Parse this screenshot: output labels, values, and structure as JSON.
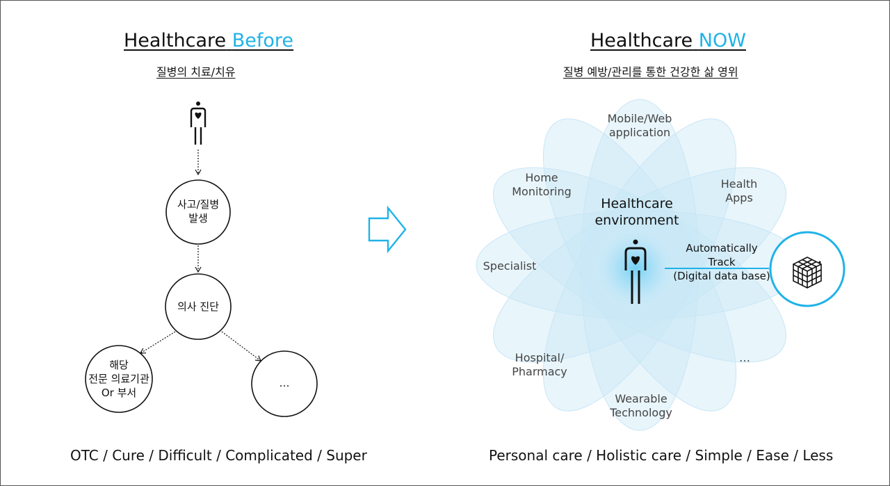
{
  "colors": {
    "accent": "#1fb2e8",
    "petal": "#c9e6f6",
    "ink": "#111111"
  },
  "before": {
    "title_main": "Healthcare",
    "title_accent": "Before",
    "subtitle": "질병의 치료/치유",
    "nodes": [
      {
        "lines": [
          "사고/질병",
          "발생"
        ]
      },
      {
        "lines": [
          "의사 진단"
        ]
      },
      {
        "lines": [
          "해당",
          "전문 의료기관",
          "Or 부서"
        ]
      },
      {
        "lines": [
          "…"
        ]
      }
    ],
    "footer": "OTC / Cure / Difficult / Complicated / Super"
  },
  "now": {
    "title_main": "Healthcare",
    "title_accent": "NOW",
    "subtitle": "질병 예방/관리를 통한 건강한 삶 영위",
    "center_label": [
      "Healthcare",
      "environment"
    ],
    "petals": [
      {
        "lines": [
          "Mobile/Web",
          "application"
        ]
      },
      {
        "lines": [
          "Home",
          "Monitoring"
        ]
      },
      {
        "lines": [
          "Health",
          "Apps"
        ]
      },
      {
        "lines": [
          "Specialist"
        ]
      },
      {
        "lines": [
          "Hospital/",
          "Pharmacy"
        ]
      },
      {
        "lines": [
          "…"
        ]
      },
      {
        "lines": [
          "Wearable",
          "Technology"
        ]
      }
    ],
    "track_label": [
      "Automatically",
      "Track",
      "(Digital data base)"
    ],
    "footer": "Personal care / Holistic care / Simple / Ease / Less"
  },
  "icons": [
    "person-heart-icon",
    "arrow-right-icon",
    "data-cube-icon"
  ]
}
